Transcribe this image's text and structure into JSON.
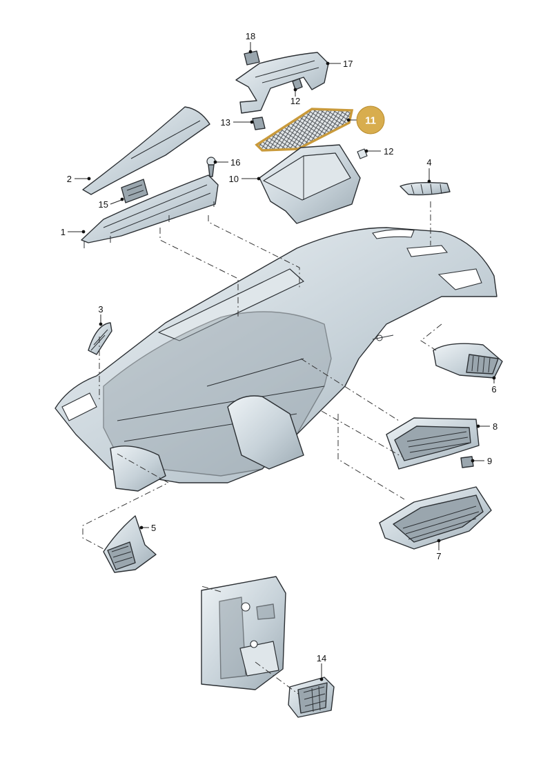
{
  "diagram": {
    "highlight": {
      "part": "11",
      "color": "#d8ad4e"
    },
    "callouts": [
      {
        "id": "c1",
        "label": "1"
      },
      {
        "id": "c2",
        "label": "2"
      },
      {
        "id": "c3",
        "label": "3"
      },
      {
        "id": "c4",
        "label": "4"
      },
      {
        "id": "c5",
        "label": "5"
      },
      {
        "id": "c6",
        "label": "6"
      },
      {
        "id": "c7",
        "label": "7"
      },
      {
        "id": "c8",
        "label": "8"
      },
      {
        "id": "c9",
        "label": "9"
      },
      {
        "id": "c10",
        "label": "10"
      },
      {
        "id": "c11",
        "label": "11"
      },
      {
        "id": "c12a",
        "label": "12"
      },
      {
        "id": "c12b",
        "label": "12"
      },
      {
        "id": "c13",
        "label": "13"
      },
      {
        "id": "c14",
        "label": "14"
      },
      {
        "id": "c15",
        "label": "15"
      },
      {
        "id": "c16",
        "label": "16"
      },
      {
        "id": "c17",
        "label": "17"
      },
      {
        "id": "c18",
        "label": "18"
      }
    ]
  }
}
